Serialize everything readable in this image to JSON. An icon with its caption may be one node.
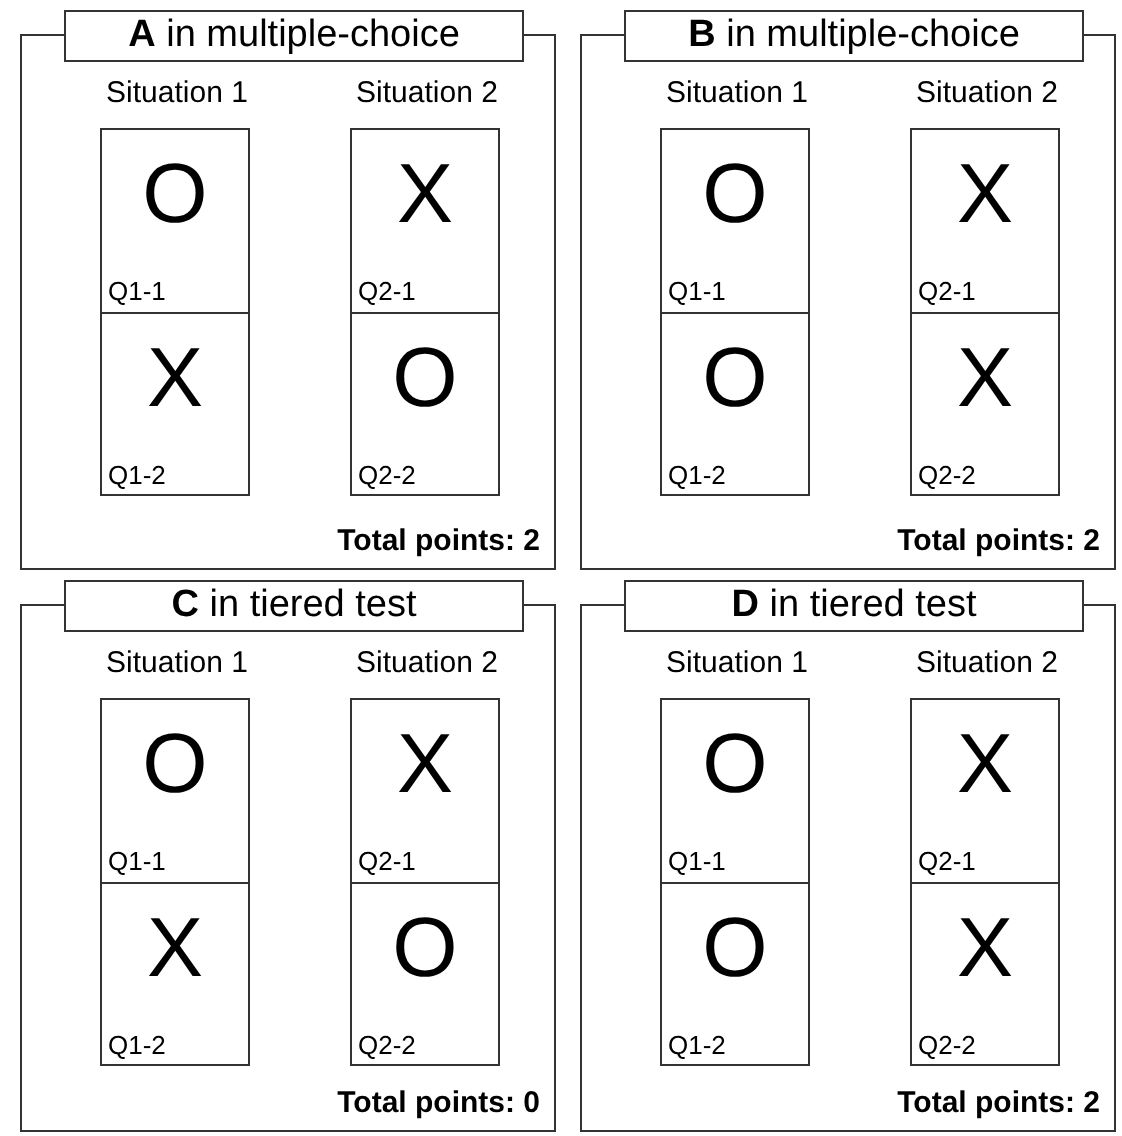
{
  "diagram": {
    "nodes": [
      {
        "text": [
          "**A** in multiple-choice",
          "Total points: 2"
        ]
      },
      {
        "text": [],
        "shape": "box",
        "in": 0,
        "beside": [
          "Situation 1"
        ]
      },
      {
        "text": [
          "O",
          "Q1-1"
        ],
        "in": 1
      },
      {
        "text": [
          "X",
          "Q1-2"
        ],
        "in": 1
      },
      {
        "text": [],
        "shape": "box",
        "in": 0,
        "beside": [
          "Situation 2"
        ]
      },
      {
        "text": [
          "X",
          "Q2-1"
        ],
        "in": 4
      },
      {
        "text": [
          "O",
          "Q2-2"
        ],
        "in": 4
      },
      {
        "text": [
          "**B** in multiple-choice",
          "Total points: 2"
        ]
      },
      {
        "text": [],
        "shape": "box",
        "in": 7,
        "beside": [
          "Situation 1"
        ]
      },
      {
        "text": [
          "O",
          "Q1-1"
        ],
        "in": 8
      },
      {
        "text": [
          "O",
          "Q1-2"
        ],
        "in": 8
      },
      {
        "text": [],
        "shape": "box",
        "in": 7,
        "beside": [
          "Situation 2"
        ]
      },
      {
        "text": [
          "X",
          "Q2-1"
        ],
        "in": 11
      },
      {
        "text": [
          "X",
          "Q2-2"
        ],
        "in": 11
      },
      {
        "text": [
          "**C** in tiered test",
          "Total points: 0"
        ]
      },
      {
        "text": [],
        "shape": "box",
        "in": 14,
        "beside": [
          "Situation 1"
        ]
      },
      {
        "text": [
          "O",
          "Q1-1"
        ],
        "in": 15
      },
      {
        "text": [
          "X",
          "Q1-2"
        ],
        "in": 15
      },
      {
        "text": [],
        "shape": "box",
        "in": 14,
        "beside": [
          "Situation 2"
        ]
      },
      {
        "text": [
          "X",
          "Q2-1"
        ],
        "in": 18
      },
      {
        "text": [
          "O",
          "Q2-2"
        ],
        "in": 18
      },
      {
        "text": [
          "**D** in tiered test",
          "Total points: 2"
        ]
      },
      {
        "text": [],
        "shape": "box",
        "in": 21,
        "beside": [
          "Situation 1"
        ]
      },
      {
        "text": [
          "O",
          "Q1-1"
        ],
        "in": 22
      },
      {
        "text": [
          "O",
          "Q1-2"
        ],
        "in": 22
      },
      {
        "text": [],
        "shape": "box",
        "in": 21,
        "beside": [
          "Situation 2"
        ]
      },
      {
        "text": [
          "X",
          "Q2-1"
        ],
        "in": 25
      },
      {
        "text": [
          "X",
          "Q2-2"
        ],
        "in": 25
      }
    ]
  }
}
